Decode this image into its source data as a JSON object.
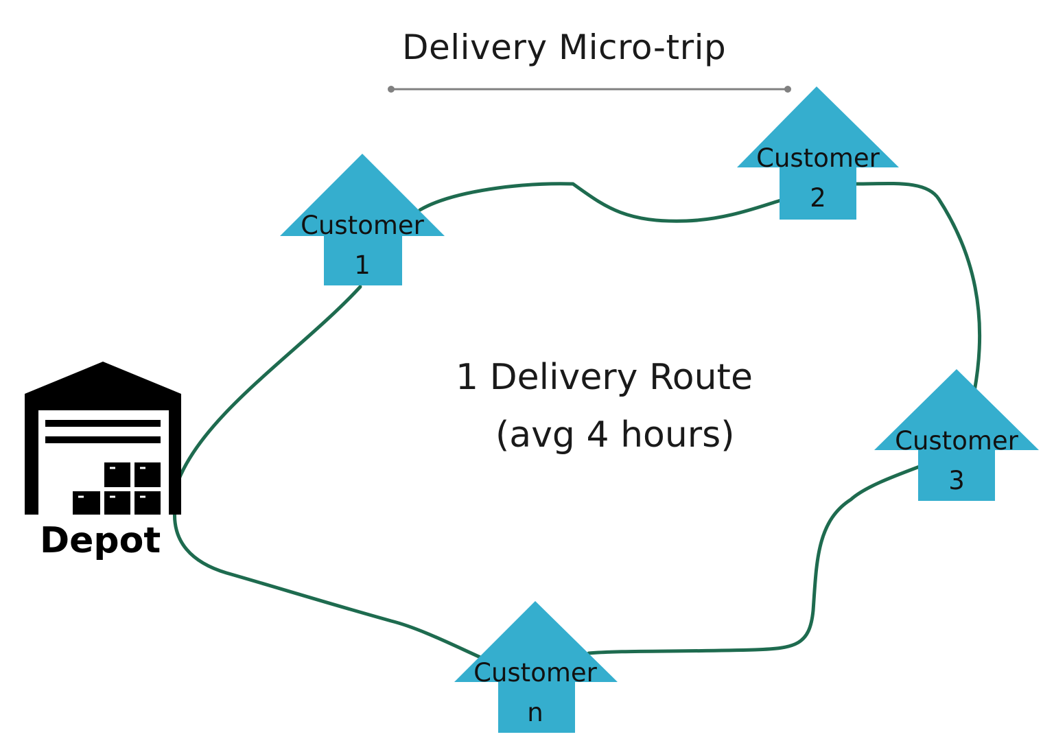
{
  "title": "Delivery Micro-trip",
  "route_label": {
    "line1": "1 Delivery Route",
    "line2": "(avg 4 hours)"
  },
  "depot": {
    "label": "Depot",
    "icon": "warehouse-icon"
  },
  "customers": [
    {
      "line1": "Customer",
      "line2": "1"
    },
    {
      "line1": "Customer",
      "line2": "2"
    },
    {
      "line1": "Customer",
      "line2": "3"
    },
    {
      "line1": "Customer",
      "line2": "n"
    }
  ],
  "colors": {
    "route": "#1e6b4f",
    "customer_arrow": "#35aece",
    "depot": "#000000",
    "micro_trip_bar": "#808080",
    "text": "#1a1a1a"
  }
}
